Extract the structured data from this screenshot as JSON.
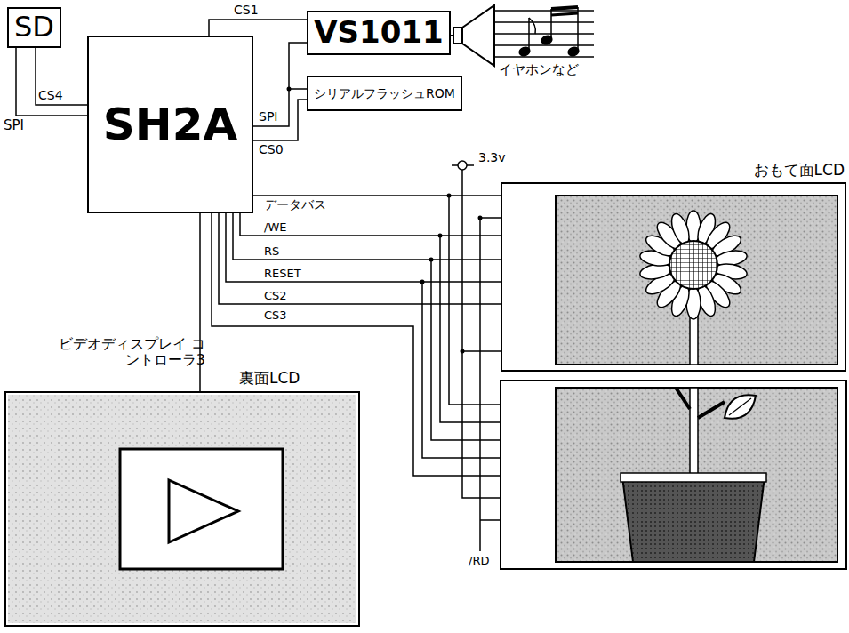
{
  "diagram": {
    "nodes": [
      {
        "text": [
          "SD"
        ]
      },
      {
        "text": [
          "SH2A"
        ]
      },
      {
        "text": [
          "VS1011"
        ]
      },
      {
        "text": [
          "シリアルフラッシュROM"
        ]
      },
      {
        "text": [
          "おもて面LCD"
        ]
      },
      {
        "text": [
          "裏面LCD"
        ]
      }
    ],
    "edges": [
      {
        "from": 0,
        "to": 1,
        "label": "CS4",
        "arrow": "none"
      },
      {
        "from": 1,
        "to": 2,
        "label": "CS1",
        "arrow": "none"
      },
      {
        "from": 1,
        "to": 3,
        "label": "CS0",
        "arrow": "none"
      },
      {
        "from": 1,
        "to": 5,
        "arrow": "none"
      }
    ],
    "labels": [
      "SPI",
      "SPI",
      "イヤホンなど",
      "3.3v",
      "データバス",
      "/WE",
      "RS",
      "RESET",
      "CS2",
      "CS3",
      "/RD",
      "ビデオディスプレイ コントローラ3"
    ]
  }
}
